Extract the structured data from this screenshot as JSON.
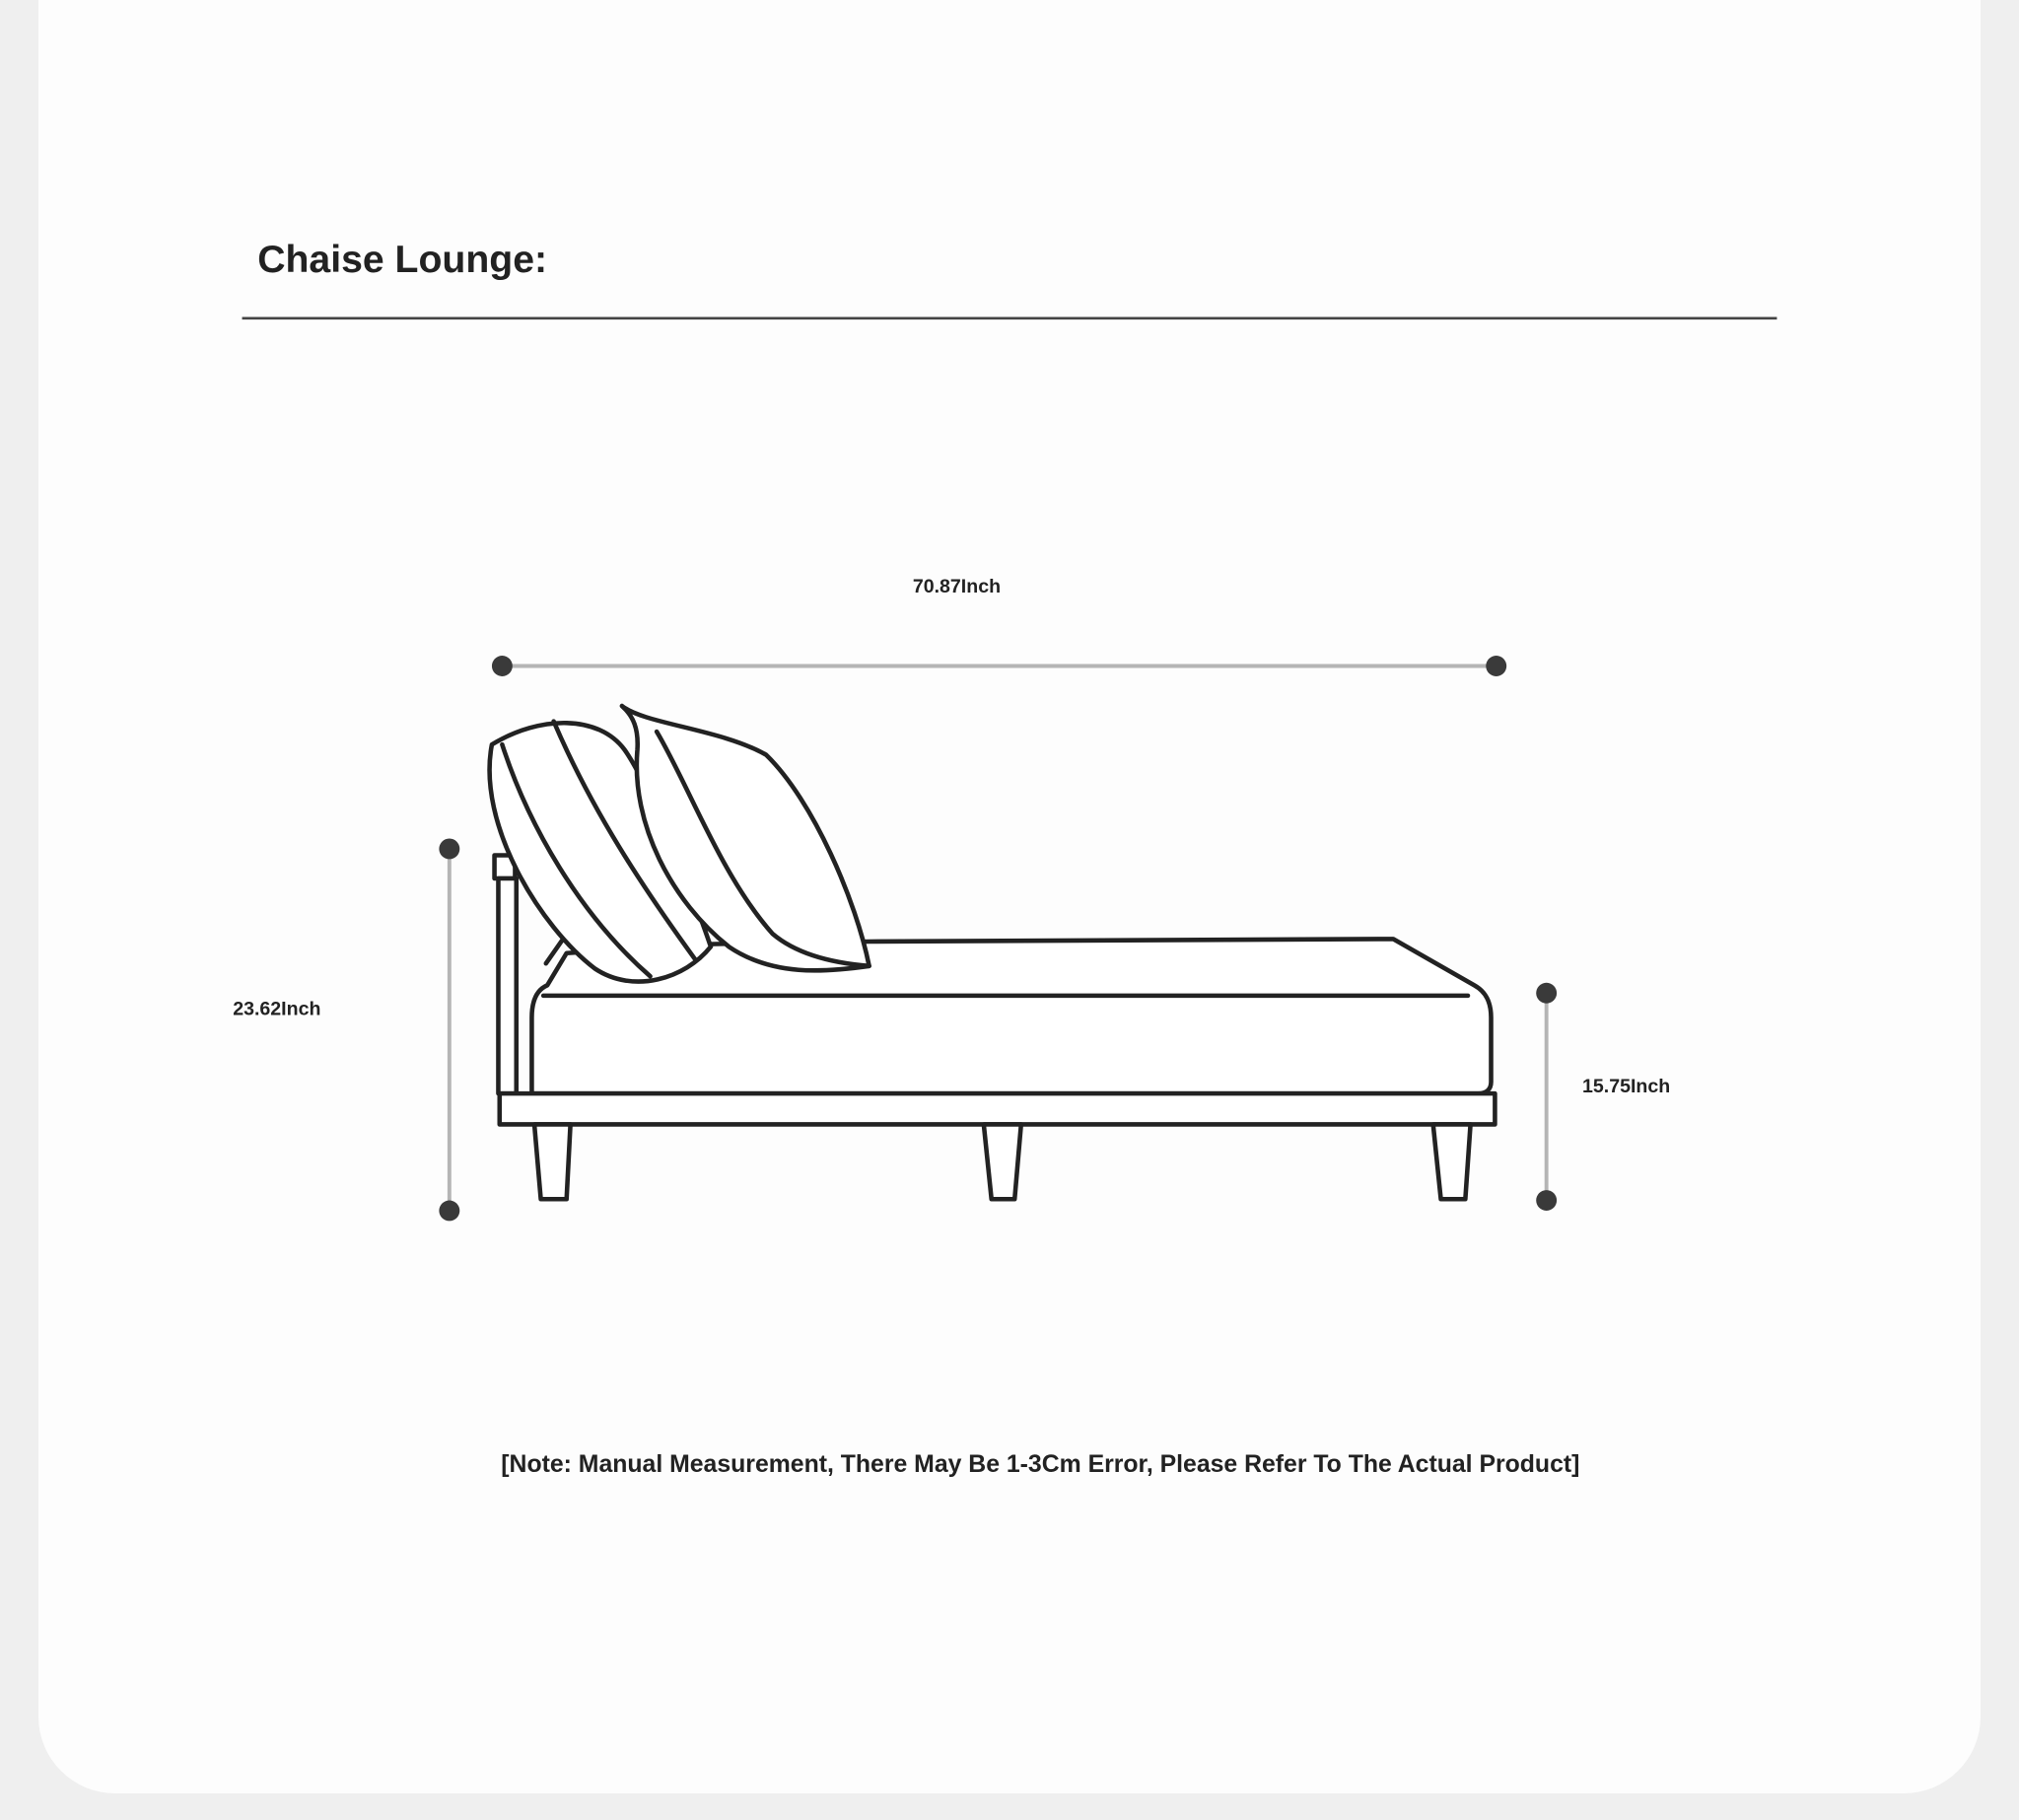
{
  "title": "Chaise Lounge:",
  "dimensions": {
    "width": "70.87Inch",
    "height": "23.62Inch",
    "seat_height": "15.75Inch"
  },
  "note": "[Note: Manual Measurement, There May Be 1-3Cm Error, Please Refer To The Actual Product]",
  "colors": {
    "line": "#222222",
    "dimension_line": "#b5b5b5",
    "dot": "#3a3a3a",
    "background": "#efefef"
  }
}
